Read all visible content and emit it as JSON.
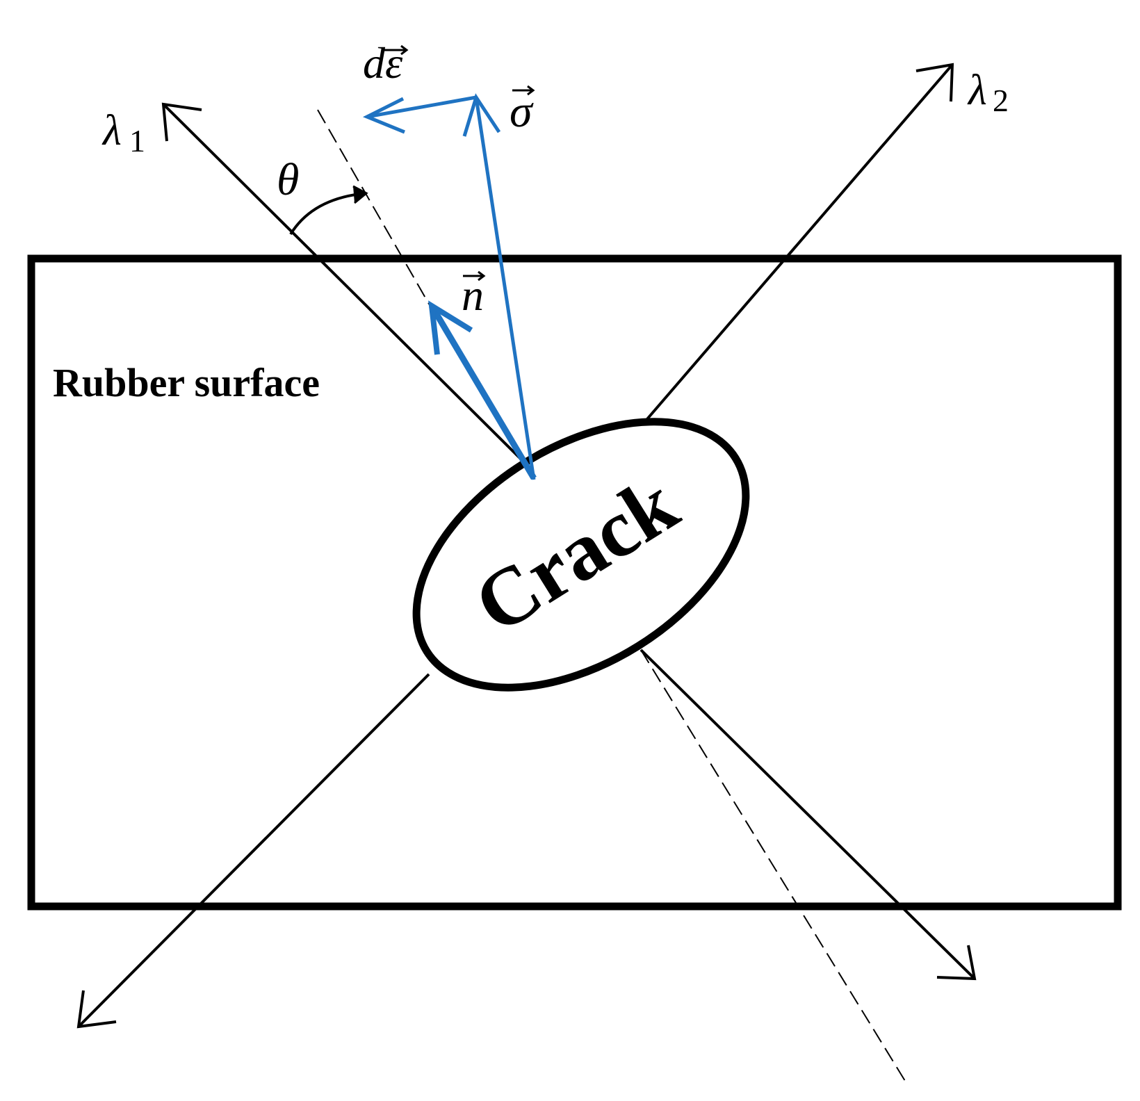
{
  "labels": {
    "lambda1": "λ",
    "lambda1_sub": "1",
    "lambda2": "λ",
    "lambda2_sub": "2",
    "theta": "θ",
    "d_epsilon": "dε",
    "sigma": "σ",
    "n": "n",
    "rubber_surface": "Rubber surface",
    "crack": "Crack"
  },
  "colors": {
    "line": "#000000",
    "vector": "#1f73c2",
    "background": "#ffffff"
  }
}
